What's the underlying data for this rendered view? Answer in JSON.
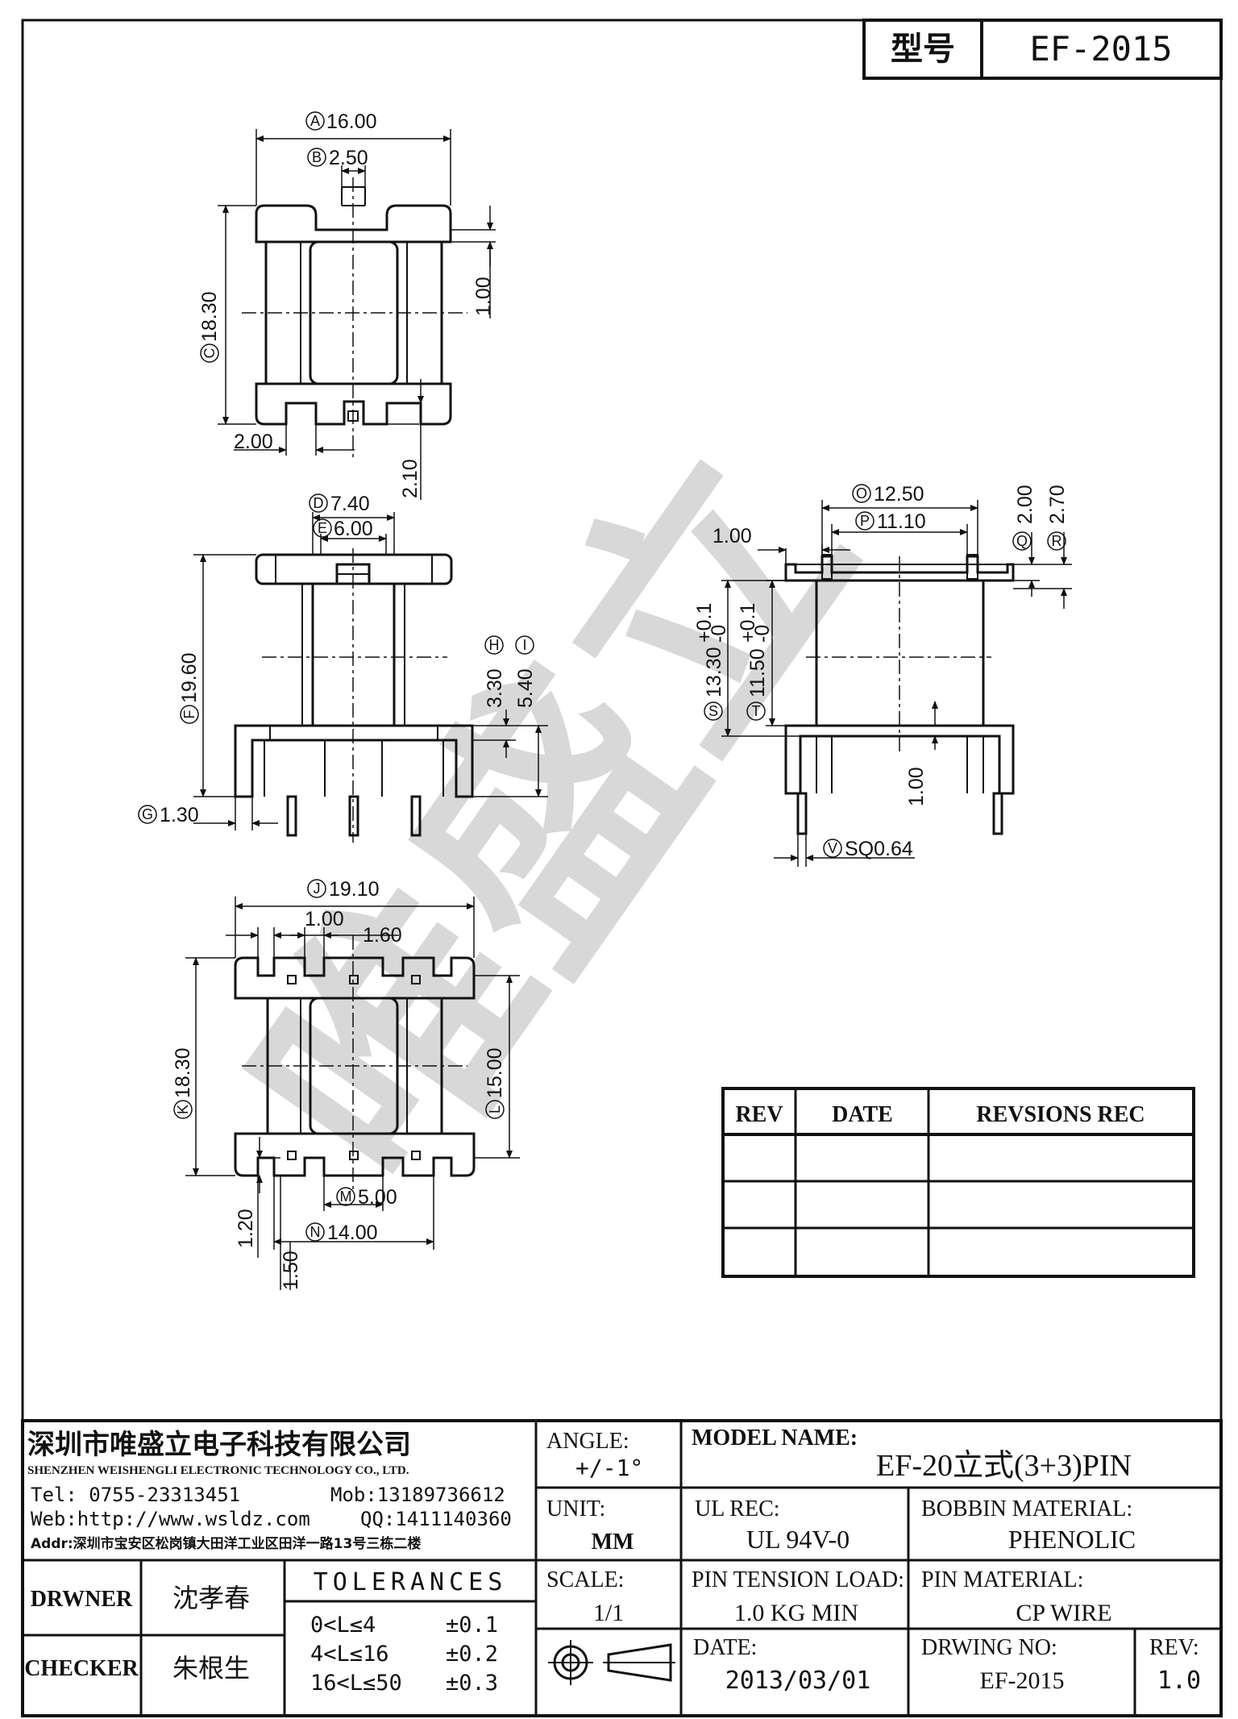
{
  "header": {
    "model_label": "型号",
    "model_value": "EF-2015"
  },
  "watermark": "唯盛立",
  "dimensions": {
    "A": "16.00",
    "B": "2.50",
    "C": "18.30",
    "top_right": "1.00",
    "top_left_bottom": "2.00",
    "top_bottom_right": "2.10",
    "D": "7.40",
    "E": "6.00",
    "F": "19.60",
    "G": "1.30",
    "H_value": "3.30",
    "I_value": "5.40",
    "O": "12.50",
    "P": "11.10",
    "side_left": "1.00",
    "Q_value": "2.00",
    "R_value": "2.70",
    "S_value": "13.30",
    "S_tol_top": "+0.1",
    "S_tol_bottom": "-0",
    "T_value": "11.50",
    "T_tol_top": "+0.1",
    "T_tol_bottom": "-0",
    "side_bottom": "1.00",
    "V": "SQ0.64",
    "J": "19.10",
    "bot_left": "1.00",
    "bot_mid": "1.60",
    "K": "18.30",
    "L": "15.00",
    "M": "5.00",
    "N": "14.00",
    "bot_v1": "1.20",
    "bot_v2": "1.50"
  },
  "revision_table": {
    "headers": [
      "REV",
      "DATE",
      "REVSIONS REC"
    ],
    "rows": [
      [
        "",
        "",
        ""
      ],
      [
        "",
        "",
        ""
      ],
      [
        "",
        "",
        ""
      ]
    ]
  },
  "title_block": {
    "company_cn": "深圳市唯盛立电子科技有限公司",
    "company_en": "SHENZHEN WEISHENGLI ELECTRONIC TECHNOLOGY CO., LTD.",
    "tel": "Tel: 0755-23313451",
    "mob": "Mob:13189736612",
    "web": "Web:http://www.wsldz.com",
    "qq": "QQ:1411140360",
    "addr": "Addr:深圳市宝安区松岗镇大田洋工业区田洋一路13号三栋二楼",
    "angle_label": "ANGLE:",
    "angle_value": "+/-1°",
    "model_name_label": "MODEL NAME:",
    "model_name_value": "EF-20立式(3+3)PIN",
    "unit_label": "UNIT:",
    "unit_value": "MM",
    "ul_label": "UL REC:",
    "ul_value": "UL 94V-0",
    "bobbin_label": "BOBBIN MATERIAL:",
    "bobbin_value": "PHENOLIC",
    "drawer_label": "DRWNER",
    "drawer_name": "沈孝春",
    "checker_label": "CHECKER",
    "checker_name": "朱根生",
    "tolerances_label": "TOLERANCES",
    "tolerances": [
      {
        "range": "0<L≤4",
        "value": "±0.1"
      },
      {
        "range": "4<L≤16",
        "value": "±0.2"
      },
      {
        "range": "16<L≤50",
        "value": "±0.3"
      }
    ],
    "scale_label": "SCALE:",
    "scale_value": "1/1",
    "pin_tension_label": "PIN TENSION LOAD:",
    "pin_tension_value": "1.0 KG MIN",
    "pin_material_label": "PIN MATERIAL:",
    "pin_material_value": "CP WIRE",
    "date_label": "DATE:",
    "date_value": "2013/03/01",
    "drawing_no_label": "DRWING NO:",
    "drawing_no_value": "EF-2015",
    "rev_label": "REV:",
    "rev_value": "1.0"
  }
}
